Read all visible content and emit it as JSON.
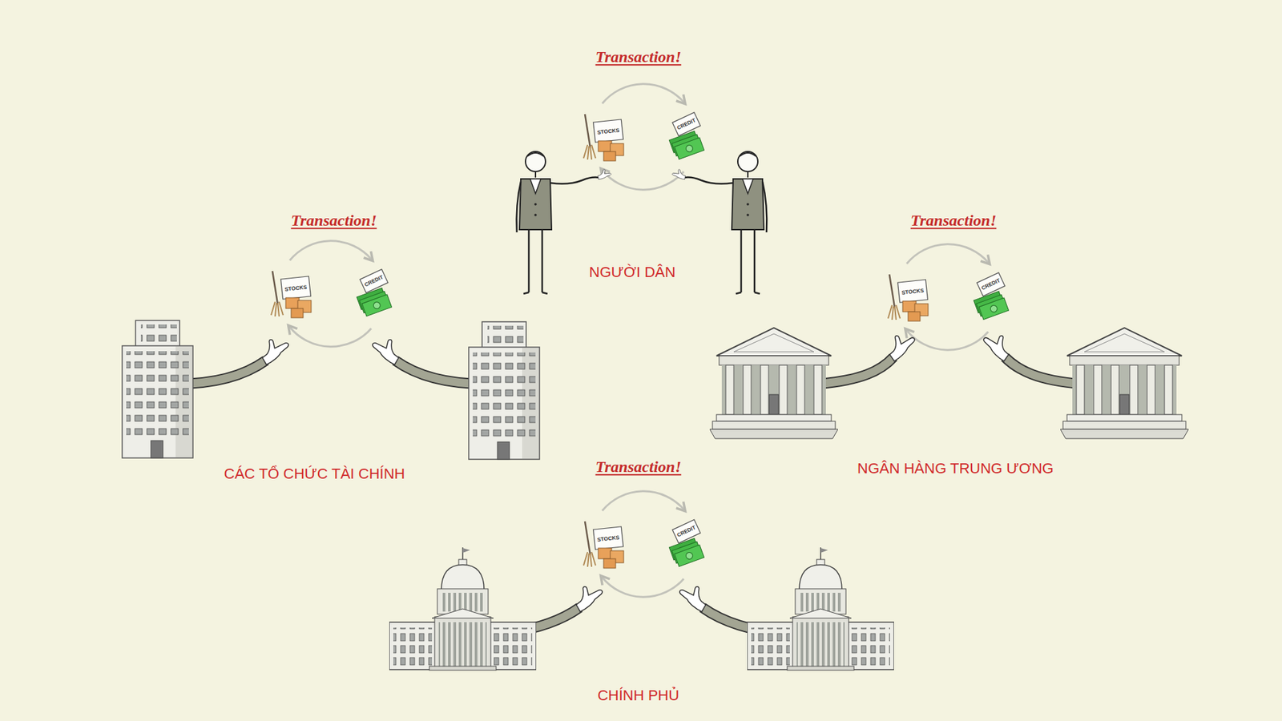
{
  "diagram": {
    "labels": [
      "Transaction!",
      "STOCKS",
      "CREDIT",
      "NGƯỜI DÂN",
      "Transaction!",
      "STOCKS",
      "CREDIT",
      "CÁC TỔ CHỨC TÀI CHÍNH",
      "Transaction!",
      "STOCKS",
      "CREDIT",
      "NGÂN HÀNG TRUNG ƯƠNG",
      "Transaction!",
      "STOCKS",
      "CREDIT",
      "CHÍNH PHỦ"
    ]
  }
}
